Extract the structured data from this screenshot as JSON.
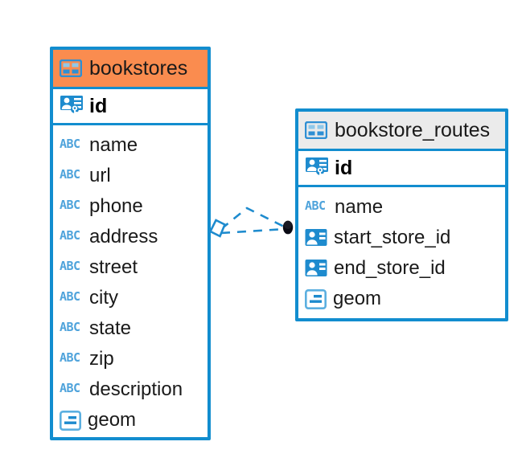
{
  "diagram": {
    "kind": "entity-relationship-diagram",
    "background_color": "#ffffff",
    "accent_color": "#128DCF",
    "entities": [
      {
        "id": "bookstores",
        "name": "bookstores",
        "header_color": "#FA8C4F",
        "header_icon": "table-icon",
        "primary_key": {
          "label": "id",
          "icon": "primary-key-icon"
        },
        "fields": [
          {
            "label": "name",
            "icon": "abc-text-icon",
            "type_hint": "ABC"
          },
          {
            "label": "url",
            "icon": "abc-text-icon",
            "type_hint": "ABC"
          },
          {
            "label": "phone",
            "icon": "abc-text-icon",
            "type_hint": "ABC"
          },
          {
            "label": "address",
            "icon": "abc-text-icon",
            "type_hint": "ABC"
          },
          {
            "label": "street",
            "icon": "abc-text-icon",
            "type_hint": "ABC"
          },
          {
            "label": "city",
            "icon": "abc-text-icon",
            "type_hint": "ABC"
          },
          {
            "label": "state",
            "icon": "abc-text-icon",
            "type_hint": "ABC"
          },
          {
            "label": "zip",
            "icon": "abc-text-icon",
            "type_hint": "ABC"
          },
          {
            "label": "description",
            "icon": "abc-text-icon",
            "type_hint": "ABC"
          },
          {
            "label": "geom",
            "icon": "geometry-icon",
            "type_hint": "geometry"
          }
        ]
      },
      {
        "id": "bookstore_routes",
        "name": "bookstore_routes",
        "header_color": "#EBEBEB",
        "header_icon": "table-icon",
        "primary_key": {
          "label": "id",
          "icon": "primary-key-icon"
        },
        "fields": [
          {
            "label": "name",
            "icon": "abc-text-icon",
            "type_hint": "ABC"
          },
          {
            "label": "start_store_id",
            "icon": "foreign-key-icon",
            "type_hint": "reference"
          },
          {
            "label": "end_store_id",
            "icon": "foreign-key-icon",
            "type_hint": "reference"
          },
          {
            "label": "geom",
            "icon": "geometry-icon",
            "type_hint": "geometry"
          }
        ]
      }
    ],
    "relationship": {
      "name": "bookstores-to-bookstore-routes",
      "line_style": "dashed",
      "line_color": "#128DCF",
      "source_marker": "open-diamond",
      "target_marker": "filled-circle"
    }
  }
}
